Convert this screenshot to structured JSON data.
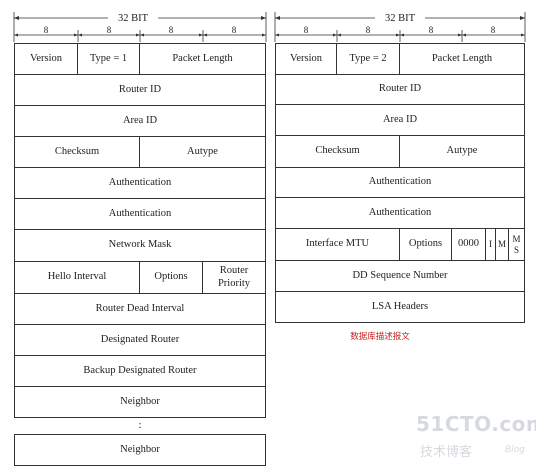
{
  "left": {
    "bits_label": "32 BIT",
    "byte_labels": [
      "8",
      "8",
      "8",
      "8"
    ],
    "rows": [
      [
        "Version",
        "Type = 1",
        "Packet Length"
      ],
      [
        "Router ID"
      ],
      [
        "Area ID"
      ],
      [
        "Checksum",
        "Autype"
      ],
      [
        "Authentication"
      ],
      [
        "Authentication"
      ],
      [
        "Network Mask"
      ],
      [
        "Hello Interval",
        "Options",
        "Router Priority"
      ],
      [
        "Router Dead Interval"
      ],
      [
        "Designated Router"
      ],
      [
        "Backup Designated Router"
      ],
      [
        "Neighbor"
      ]
    ],
    "ellipsis": ":",
    "last_row": "Neighbor"
  },
  "right": {
    "bits_label": "32 BIT",
    "byte_labels": [
      "8",
      "8",
      "8",
      "8"
    ],
    "rows": [
      [
        "Version",
        "Type = 2",
        "Packet Length"
      ],
      [
        "Router ID"
      ],
      [
        "Area ID"
      ],
      [
        "Checksum",
        "Autype"
      ],
      [
        "Authentication"
      ],
      [
        "Authentication"
      ],
      [
        "Interface MTU",
        "Options",
        "0000",
        "I",
        "M",
        "M S"
      ],
      [
        "DD Sequence Number"
      ],
      [
        "LSA Headers"
      ]
    ],
    "caption": "数据库描述报文"
  },
  "watermark": {
    "site": "51CTO.com",
    "tagline": "技术博客",
    "blog": "Blog"
  }
}
